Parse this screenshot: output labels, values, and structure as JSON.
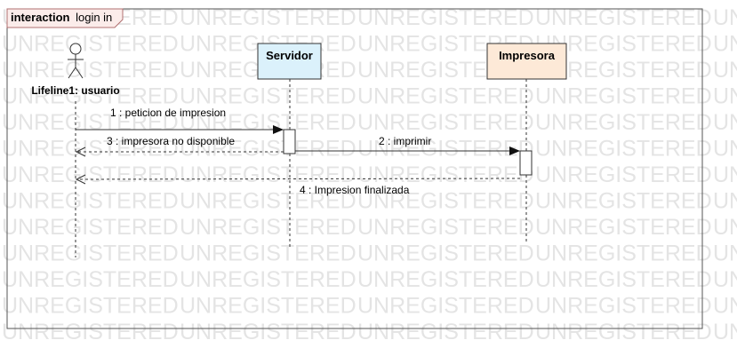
{
  "frame": {
    "keyword": "interaction",
    "name": "login in"
  },
  "watermark": {
    "text": "UNREGISTERED"
  },
  "lifelines": {
    "actor": {
      "label": "Lifeline1: usuario"
    },
    "servidor": {
      "label": "Servidor",
      "fill": "#dbf1fb"
    },
    "impresora": {
      "label": "Impresora",
      "fill": "#fde9d7"
    }
  },
  "messages": [
    {
      "label": "1 : peticion de impresion",
      "kind": "sync"
    },
    {
      "label": "3 : impresora no disponible",
      "kind": "return"
    },
    {
      "label": "2 : imprimir",
      "kind": "sync"
    },
    {
      "label": "4 : Impresion finalizada",
      "kind": "return"
    }
  ],
  "colors": {
    "frame_border": "#555555",
    "tab_fill": "#fbecea",
    "tab_border": "#b07070",
    "watermark": "#e4e4e4",
    "line": "#333333"
  }
}
